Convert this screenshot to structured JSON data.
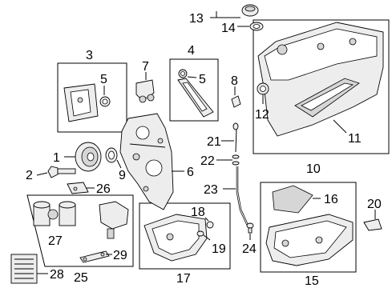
{
  "callouts": {
    "c1": "1",
    "c2": "2",
    "c3": "3",
    "c4": "4",
    "c5a": "5",
    "c5b": "5",
    "c6": "6",
    "c7": "7",
    "c8": "8",
    "c9": "9",
    "c10": "10",
    "c11": "11",
    "c12": "12",
    "c13": "13",
    "c14": "14",
    "c15": "15",
    "c16": "16",
    "c17": "17",
    "c18": "18",
    "c19": "19",
    "c20": "20",
    "c21": "21",
    "c22": "22",
    "c23": "23",
    "c24": "24",
    "c25": "25",
    "c26": "26",
    "c27": "27",
    "c28": "28",
    "c29": "29"
  },
  "colors": {
    "line": "#000000",
    "part_fill": "#ededed",
    "part_shade": "#d6d6d6",
    "background": "#ffffff"
  }
}
